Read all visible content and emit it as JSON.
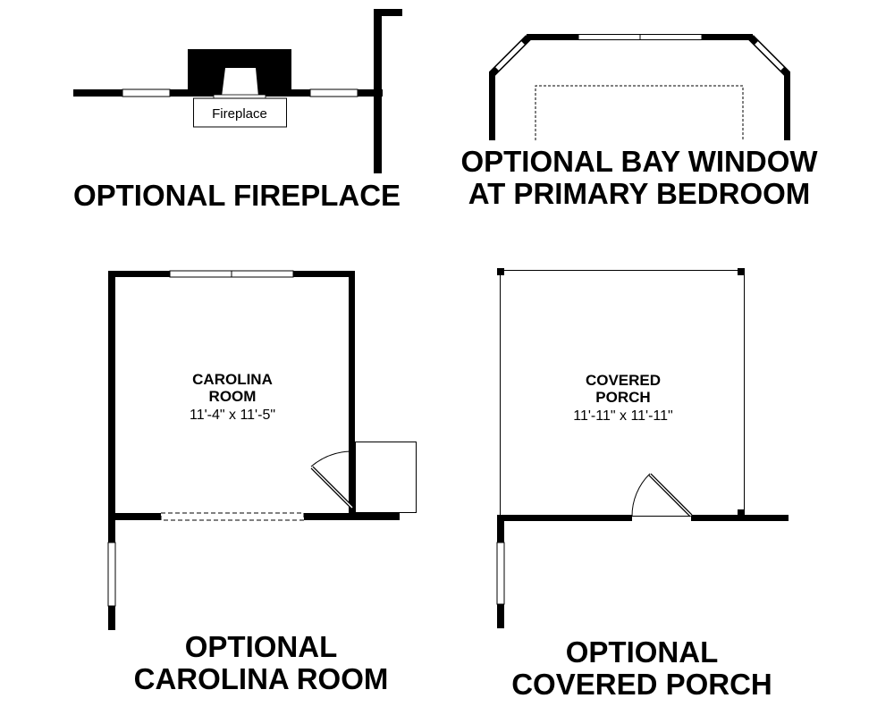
{
  "fireplace": {
    "label": "Fireplace",
    "title": "OPTIONAL FIREPLACE"
  },
  "bay_window": {
    "title_line1": "OPTIONAL BAY WINDOW",
    "title_line2": "AT PRIMARY BEDROOM"
  },
  "carolina_room": {
    "name_line1": "CAROLINA",
    "name_line2": "ROOM",
    "dimensions": "11'-4\" x 11'-5\"",
    "title_line1": "OPTIONAL",
    "title_line2": "CAROLINA ROOM"
  },
  "covered_porch": {
    "name_line1": "COVERED",
    "name_line2": "PORCH",
    "dimensions": "11'-11\" x 11'-11\"",
    "title_line1": "OPTIONAL",
    "title_line2": "COVERED PORCH"
  }
}
